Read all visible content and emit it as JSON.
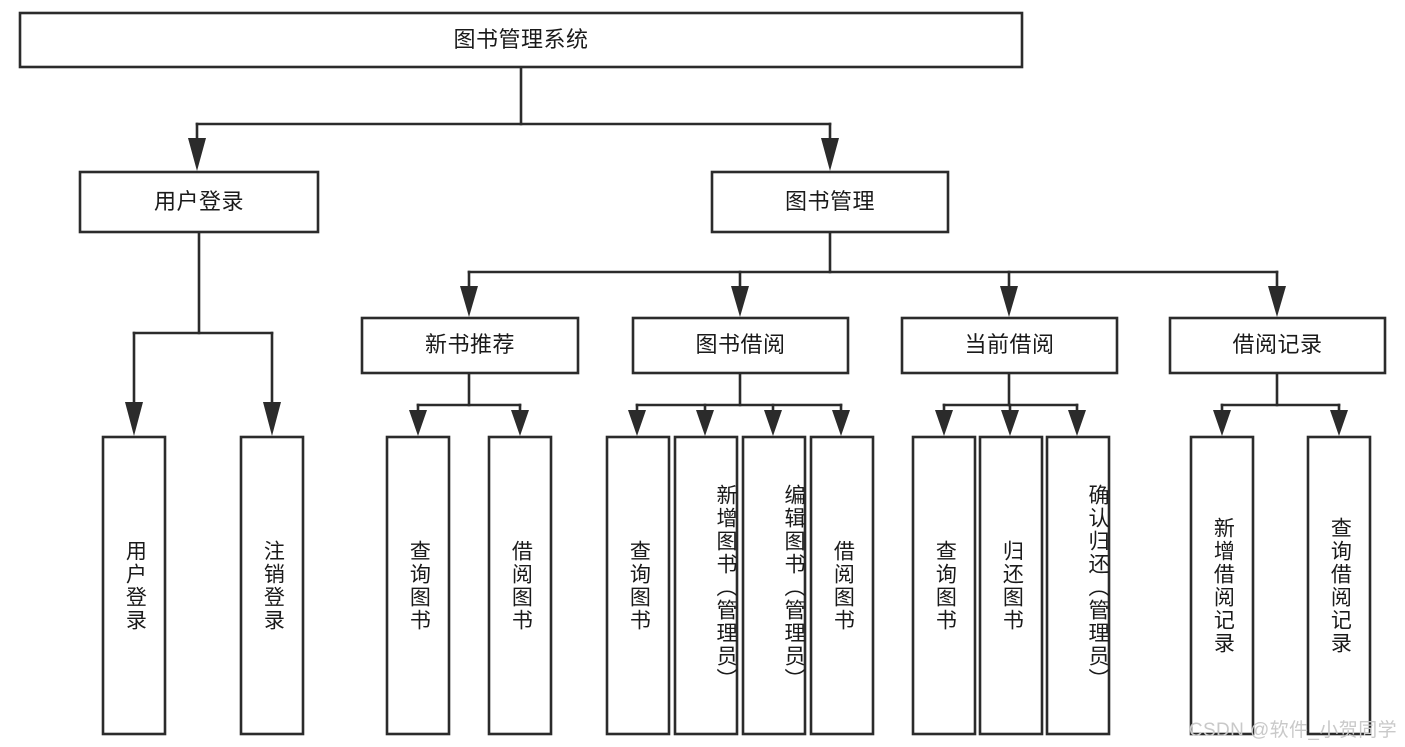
{
  "diagram": {
    "title": "图书管理系统",
    "type": "tree-hierarchy",
    "root": {
      "id": "root",
      "label": "图书管理系统"
    },
    "level1": [
      {
        "id": "user-login",
        "label": "用户登录"
      },
      {
        "id": "book-management",
        "label": "图书管理"
      }
    ],
    "level2": [
      {
        "id": "new-book-recommend",
        "label": "新书推荐",
        "parent": "book-management"
      },
      {
        "id": "book-borrow",
        "label": "图书借阅",
        "parent": "book-management"
      },
      {
        "id": "current-borrow",
        "label": "当前借阅",
        "parent": "book-management"
      },
      {
        "id": "borrow-record",
        "label": "借阅记录",
        "parent": "book-management"
      }
    ],
    "leaves": {
      "user-login": [
        {
          "id": "leaf-user-login",
          "label": "用户登录"
        },
        {
          "id": "leaf-logout",
          "label": "注销登录"
        }
      ],
      "new-book-recommend": [
        {
          "id": "leaf-query-book-1",
          "label": "查询图书"
        },
        {
          "id": "leaf-borrow-book-1",
          "label": "借阅图书"
        }
      ],
      "book-borrow": [
        {
          "id": "leaf-query-book-2",
          "label": "查询图书"
        },
        {
          "id": "leaf-add-book",
          "label": "新增图书（管理员）"
        },
        {
          "id": "leaf-edit-book",
          "label": "编辑图书（管理员）"
        },
        {
          "id": "leaf-borrow-book-2",
          "label": "借阅图书"
        }
      ],
      "current-borrow": [
        {
          "id": "leaf-query-book-3",
          "label": "查询图书"
        },
        {
          "id": "leaf-return-book",
          "label": "归还图书"
        },
        {
          "id": "leaf-confirm-return",
          "label": "确认归还（管理员）"
        }
      ],
      "borrow-record": [
        {
          "id": "leaf-add-record",
          "label": "新增借阅记录"
        },
        {
          "id": "leaf-query-record",
          "label": "查询借阅记录"
        }
      ]
    }
  },
  "watermark": {
    "text": "CSDN @软件_小贺同学"
  },
  "colors": {
    "stroke": "#2b2b2b",
    "node_fill": "#ffffff",
    "text": "#1a1a1a",
    "watermark": "#c9c9c9",
    "background": "#ffffff"
  }
}
